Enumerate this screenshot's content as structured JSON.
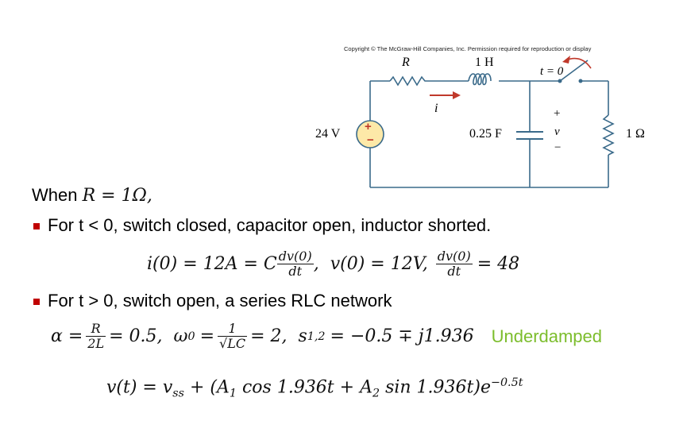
{
  "circuit": {
    "copyright": "Copyright © The McGraw-Hill Companies, Inc. Permission required for reproduction or display",
    "resistor_label": "R",
    "inductor_label": "1 H",
    "switch_label": "t = 0",
    "current_label": "i",
    "source_label": "24 V",
    "capacitor_label": "0.25 F",
    "voltage_plus": "+",
    "voltage_label": "v",
    "voltage_minus": "−",
    "load_label": "1 Ω",
    "source_plus": "+",
    "source_minus": "−"
  },
  "text": {
    "when_prefix": "When ",
    "when_math": "R = 1Ω,",
    "bullet1": "For t < 0, switch closed, capacitor open, inductor shorted.",
    "eq1_part1": "i(0) = 12A = C",
    "eq1_frac_num": "dv(0)",
    "eq1_frac_den": "dt",
    "eq1_part2": ",  v(0) = 12V,",
    "eq1_frac2_num": "dv(0)",
    "eq1_frac2_den": "dt",
    "eq1_part3": "= 48",
    "bullet2": "For t > 0, switch open, a series RLC network",
    "eq2_alpha": "α =",
    "eq2_frac_num": "R",
    "eq2_frac_den": "2L",
    "eq2_part1": "= 0.5,  ω",
    "eq2_sub0": "0",
    "eq2_eq": "=",
    "eq2_frac2_num": "1",
    "eq2_frac2_den": "√LC",
    "eq2_part2": "= 2,  s",
    "eq2_sub12": "1,2",
    "eq2_part3": "= −0.5 ∓ j1.936",
    "underdamped": "Underdamped",
    "eq3": "v(t) = v",
    "eq3_sub": "ss",
    "eq3_rest": " + (A",
    "eq3_sub1": "1",
    "eq3_cos": " cos 1.936t + A",
    "eq3_sub2": "2",
    "eq3_sin": " sin 1.936t)e",
    "eq3_sup": "−0.5t"
  },
  "colors": {
    "wire": "#3a6a8a",
    "arrow": "#c0392b",
    "source_fill": "#fde9a8",
    "bullet": "#c00000",
    "accent_green": "#7cbd2c"
  }
}
